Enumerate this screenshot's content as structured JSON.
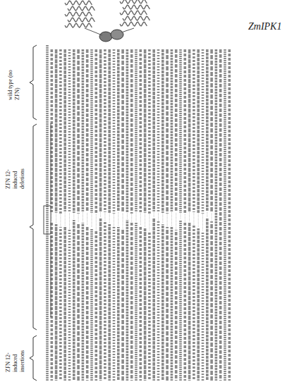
{
  "diagram": {
    "labels": [
      "wild type (no ZFN)",
      "ZFN 12-induced deletions",
      "ZFN 12-induced insertions",
      "ZmIPK1"
    ]
  }
}
